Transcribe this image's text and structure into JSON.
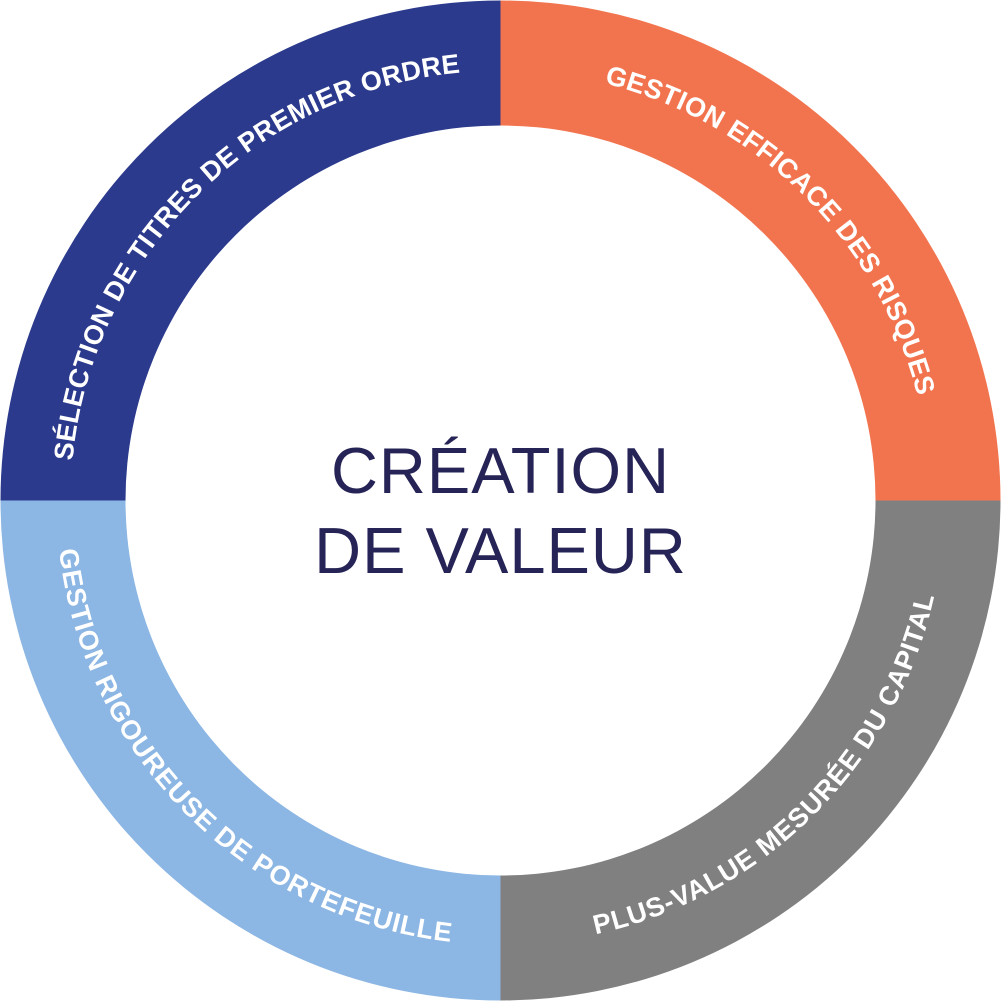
{
  "diagram": {
    "type": "donut-quadrant-diagram",
    "center": {
      "line1": "CRÉATION",
      "line2": "DE VALEUR",
      "color": "#262456"
    },
    "geometry": {
      "canvas": 1001,
      "outer_radius": 500,
      "inner_radius": 375,
      "label_radius": 437
    },
    "segments": [
      {
        "id": "selection-titres",
        "label": "SÉLECTION DE TITRES DE PREMIER ORDRE",
        "color": "#2B3A8C",
        "text_color": "#FFFFFF",
        "position": "top-left",
        "start_angle": 180,
        "end_angle": 270,
        "share_percent": 25
      },
      {
        "id": "gestion-risques",
        "label": "GESTION EFFICACE DES RISQUES",
        "color": "#F2744F",
        "text_color": "#FFFFFF",
        "position": "top-right",
        "start_angle": 270,
        "end_angle": 360,
        "share_percent": 25
      },
      {
        "id": "plus-value-capital",
        "label": "PLUS-VALUE MESURÉE DU CAPITAL",
        "color": "#808080",
        "text_color": "#FFFFFF",
        "position": "bottom-right",
        "start_angle": 0,
        "end_angle": 90,
        "share_percent": 25
      },
      {
        "id": "gestion-portefeuille",
        "label": "GESTION RIGOUREUSE DE PORTEFEUILLE",
        "color": "#8CB6E3",
        "text_color": "#FFFFFF",
        "position": "bottom-left",
        "start_angle": 90,
        "end_angle": 180,
        "share_percent": 25
      }
    ]
  },
  "chart_data": {
    "type": "pie",
    "title": "CRÉATION DE VALEUR",
    "subtitle": "",
    "xlabel": "",
    "ylabel": "",
    "legend_position": "none",
    "grid": false,
    "donut": true,
    "inner_radius_ratio": 0.75,
    "categories": [
      "SÉLECTION DE TITRES DE PREMIER ORDRE",
      "GESTION EFFICACE DES RISQUES",
      "PLUS-VALUE MESURÉE DU CAPITAL",
      "GESTION RIGOUREUSE DE PORTEFEUILLE"
    ],
    "values": [
      25,
      25,
      25,
      25
    ],
    "colors": [
      "#2B3A8C",
      "#F2744F",
      "#808080",
      "#8CB6E3"
    ],
    "annotations": [
      "CRÉATION",
      "DE VALEUR"
    ]
  }
}
